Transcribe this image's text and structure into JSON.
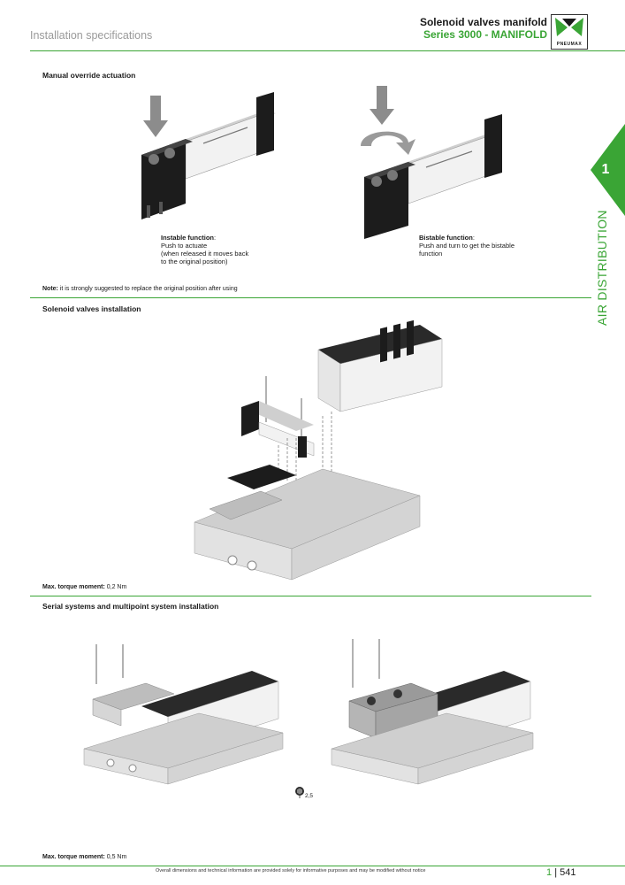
{
  "header": {
    "section_label": "Installation specifications",
    "title": "Solenoid valves manifold",
    "subtitle": "Series 3000 - MANIFOLD",
    "logo_text": "PNEUMAX",
    "accent_color": "#3aa535"
  },
  "side_tab": {
    "number": "1",
    "label": "AIR DISTRIBUTION"
  },
  "manual_override": {
    "heading": "Manual override actuation",
    "instable": {
      "title": "Instable function",
      "lines": [
        "Push to actuate",
        "(when released it moves back",
        "to the original position)"
      ]
    },
    "bistable": {
      "title": "Bistable function",
      "lines": [
        "Push and turn to get the bistable",
        "function"
      ]
    },
    "note_label": "Note:",
    "note_text": "it is strongly suggested to replace the original position after using"
  },
  "solenoid_installation": {
    "heading": "Solenoid valves installation",
    "torque_label": "Max. torque moment:",
    "torque_value": "0,2 Nm"
  },
  "serial_installation": {
    "heading": "Serial systems and multipoint system installation",
    "hex_key_label": "2,5",
    "torque_label": "Max. torque moment:",
    "torque_value": "0,5 Nm"
  },
  "footer": {
    "disclaimer": "Overall dimensions and technical information are provided solely for informative purposes and may be modified without notice",
    "chapter": "1",
    "separator": "|",
    "page": "541"
  }
}
